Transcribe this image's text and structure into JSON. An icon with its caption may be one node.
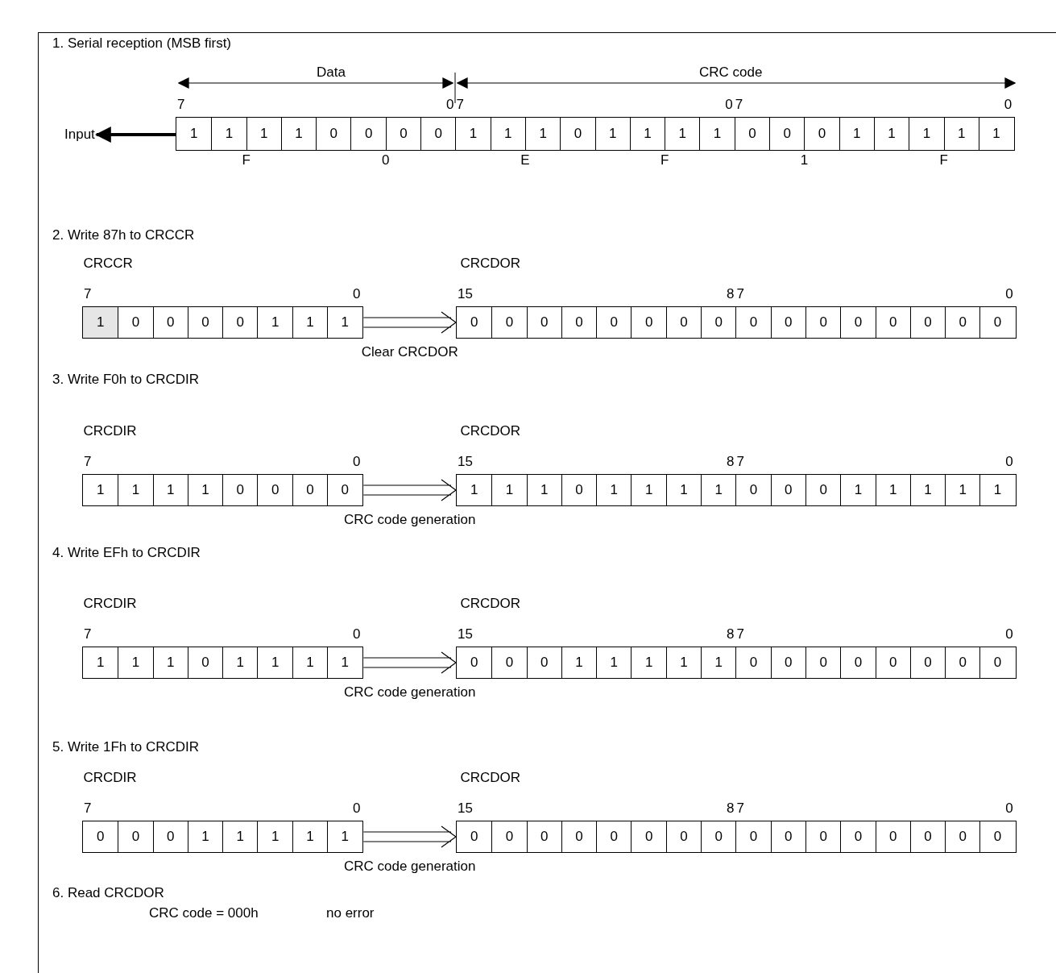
{
  "diagram": {
    "nodes": [
      {
        "text": [
          "Input"
        ]
      },
      {
        "text": [
          "1",
          "1",
          "1",
          "1",
          "0",
          "0",
          "0",
          "0",
          "1",
          "1",
          "1",
          "0",
          "1",
          "1",
          "1",
          "1",
          "0",
          "0",
          "0",
          "1",
          "1",
          "1",
          "1",
          "1"
        ],
        "beside": [
          "7",
          "0",
          "7",
          "0",
          "7",
          "0",
          "F",
          "0",
          "E",
          "F",
          "1",
          "F"
        ]
      },
      {
        "text": [
          "CRCCR",
          "1",
          "0",
          "0",
          "0",
          "0",
          "1",
          "1",
          "1"
        ],
        "beside": [
          "7",
          "0"
        ]
      },
      {
        "text": [
          "CRCDOR",
          "0",
          "0",
          "0",
          "0",
          "0",
          "0",
          "0",
          "0",
          "0",
          "0",
          "0",
          "0",
          "0",
          "0",
          "0",
          "0"
        ],
        "beside": [
          "15",
          "8",
          "7",
          "0"
        ]
      },
      {
        "text": [
          "CRCDIR",
          "1",
          "1",
          "1",
          "1",
          "0",
          "0",
          "0",
          "0"
        ],
        "beside": [
          "7",
          "0"
        ]
      },
      {
        "text": [
          "CRCDOR",
          "1",
          "1",
          "1",
          "0",
          "1",
          "1",
          "1",
          "1",
          "0",
          "0",
          "0",
          "1",
          "1",
          "1",
          "1",
          "1"
        ],
        "beside": [
          "15",
          "8",
          "7",
          "0"
        ]
      },
      {
        "text": [
          "CRCDIR",
          "1",
          "1",
          "1",
          "0",
          "1",
          "1",
          "1",
          "1"
        ],
        "beside": [
          "7",
          "0"
        ]
      },
      {
        "text": [
          "CRCDOR",
          "0",
          "0",
          "0",
          "1",
          "1",
          "1",
          "1",
          "1",
          "0",
          "0",
          "0",
          "0",
          "0",
          "0",
          "0",
          "0"
        ],
        "beside": [
          "15",
          "8",
          "7",
          "0"
        ]
      },
      {
        "text": [
          "CRCDIR",
          "0",
          "0",
          "0",
          "1",
          "1",
          "1",
          "1",
          "1"
        ],
        "beside": [
          "7",
          "0"
        ]
      },
      {
        "text": [
          "CRCDOR",
          "0",
          "0",
          "0",
          "0",
          "0",
          "0",
          "0",
          "0",
          "0",
          "0",
          "0",
          "0",
          "0",
          "0",
          "0",
          "0"
        ],
        "beside": [
          "15",
          "8",
          "7",
          "0"
        ]
      }
    ],
    "edges": [
      {
        "from": 1,
        "to": 0,
        "arrow": "to",
        "style": "thick"
      },
      {
        "from": 2,
        "to": 3,
        "arrow": "to",
        "label": "Clear CRCDOR"
      },
      {
        "from": 4,
        "to": 5,
        "arrow": "to",
        "label": "CRC code generation"
      },
      {
        "from": 6,
        "to": 7,
        "arrow": "to",
        "label": "CRC code generation"
      },
      {
        "from": 8,
        "to": 9,
        "arrow": "to",
        "label": "CRC code generation"
      }
    ],
    "labels": [
      "1. Serial reception (MSB first)",
      "Data",
      "CRC code",
      "2. Write 87h to CRCCR",
      "3. Write F0h to CRCDIR",
      "4. Write EFh to CRCDIR",
      "5. Write 1Fh to CRCDIR",
      "6. Read CRCDOR",
      "CRC code = 000h",
      "no error"
    ]
  }
}
